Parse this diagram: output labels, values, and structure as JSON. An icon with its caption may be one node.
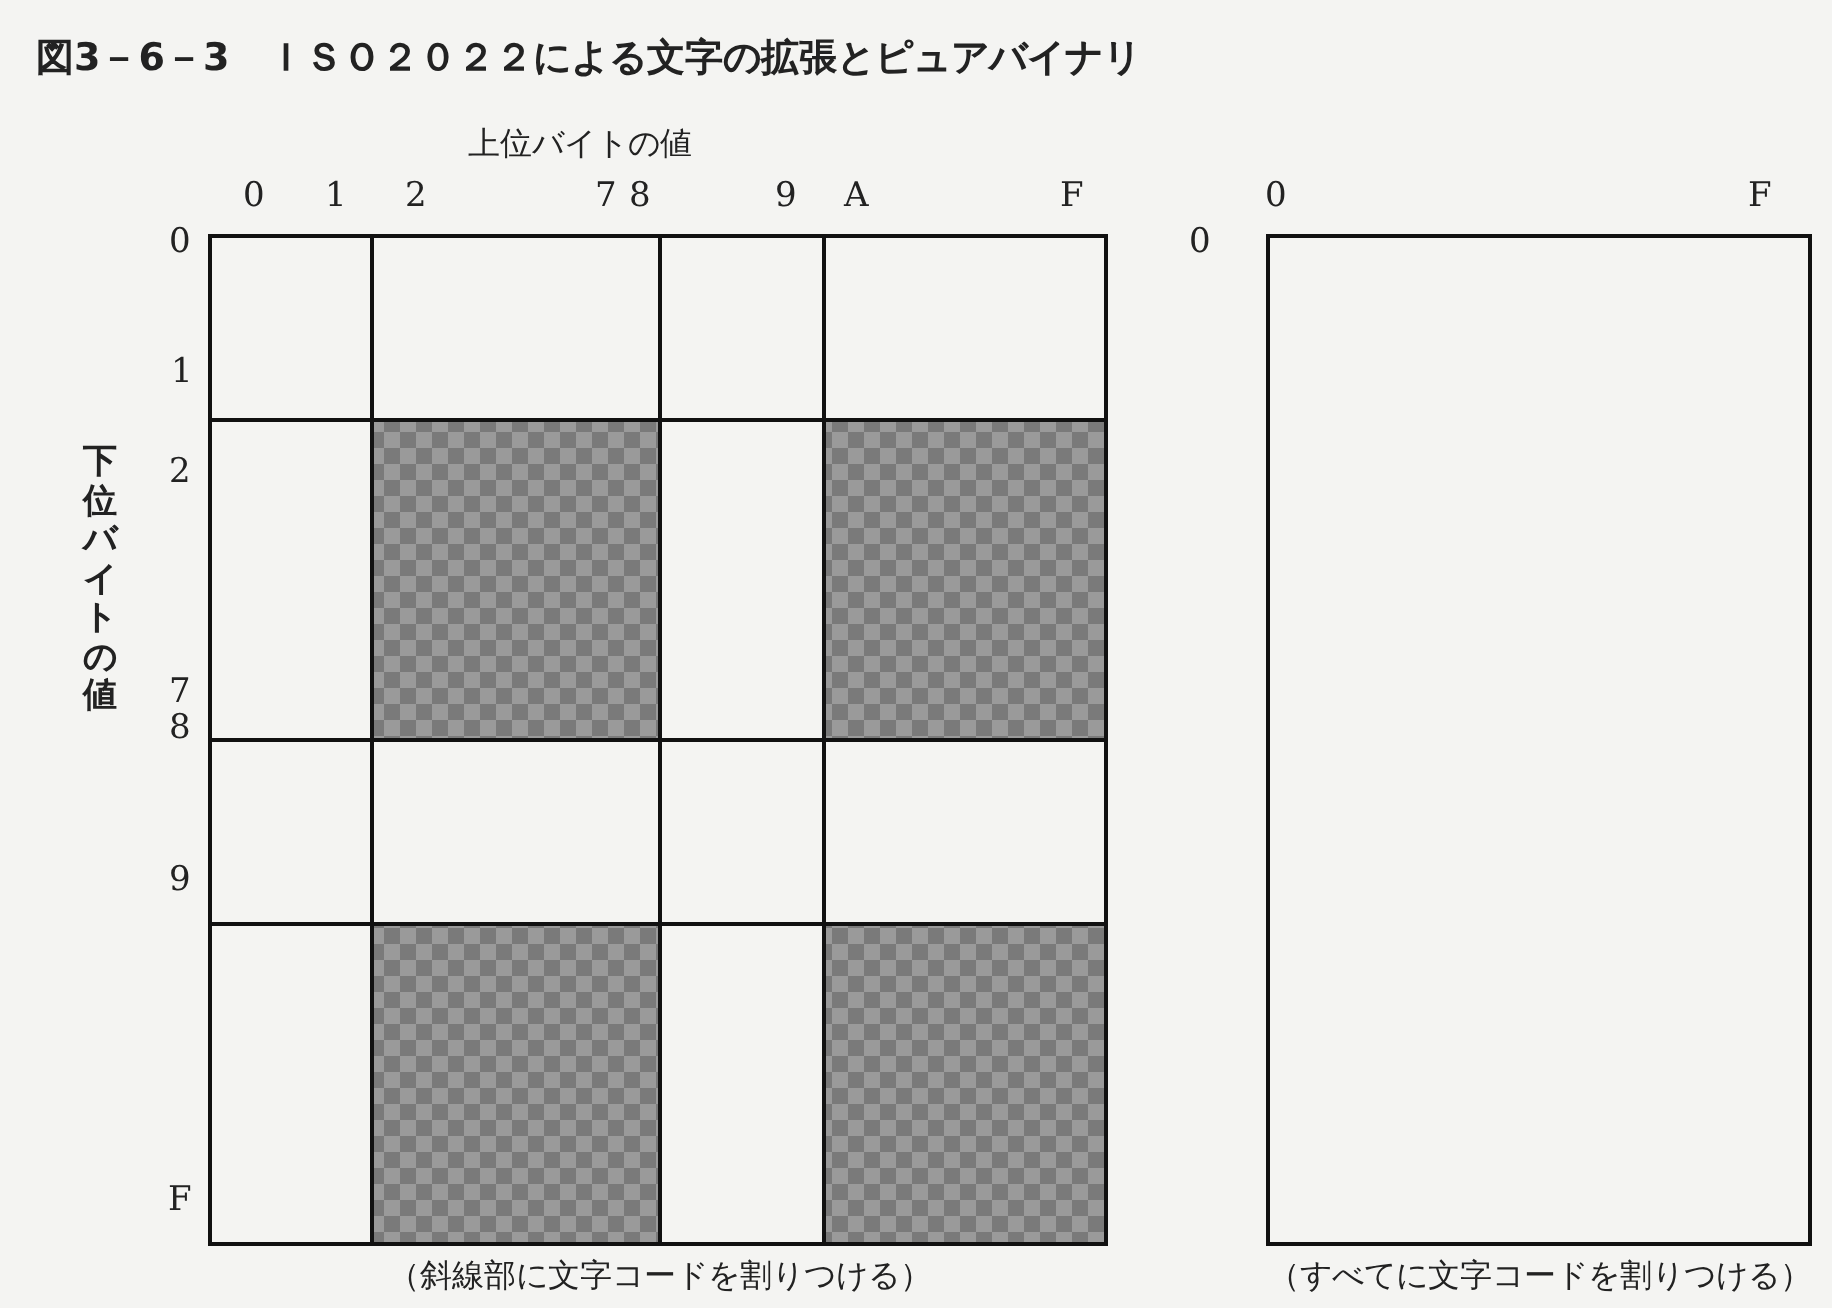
{
  "diagram": {
    "title": "図3－6－3　ＩＳＯ２０２２による文字の拡張とピュアバイナリ",
    "labels": [
      "上位バイトの値",
      "0",
      "1",
      "2",
      "7",
      "8",
      "9",
      "A",
      "F",
      "0",
      "F",
      "0",
      "0",
      "1",
      "下位バイトの値",
      "2",
      "7",
      "8",
      "9",
      "F",
      "（斜線部に文字コードを割りつける）",
      "（すべてに文字コードを割りつける）"
    ]
  }
}
